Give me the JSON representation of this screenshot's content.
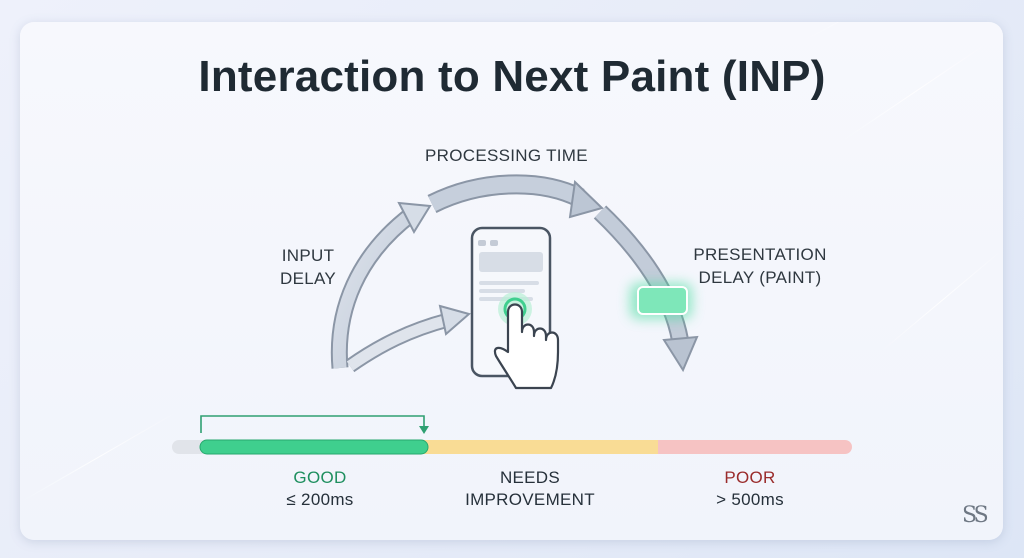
{
  "title": "Interaction to Next Paint (INP)",
  "phases": {
    "input_delay": {
      "line1": "INPUT",
      "line2": "DELAY"
    },
    "processing_time": "PROCESSING TIME",
    "presentation_delay": {
      "line1": "PRESENTATION",
      "line2": "DELAY (PAINT)"
    }
  },
  "scale": {
    "good": {
      "label": "GOOD",
      "threshold": "≤ 200ms"
    },
    "needs_improvement": {
      "line1": "NEEDS",
      "line2": "IMPROVEMENT"
    },
    "poor": {
      "label": "POOR",
      "threshold": "> 500ms"
    }
  },
  "logo": "SS",
  "colors": {
    "good": "#3fcf8e",
    "needs_improvement": "#f8d98a",
    "poor": "#f5b4b4",
    "arrow": "#c9d1dd"
  },
  "icons": [
    "smartphone-icon",
    "tap-hand-icon",
    "paint-highlight-icon"
  ]
}
